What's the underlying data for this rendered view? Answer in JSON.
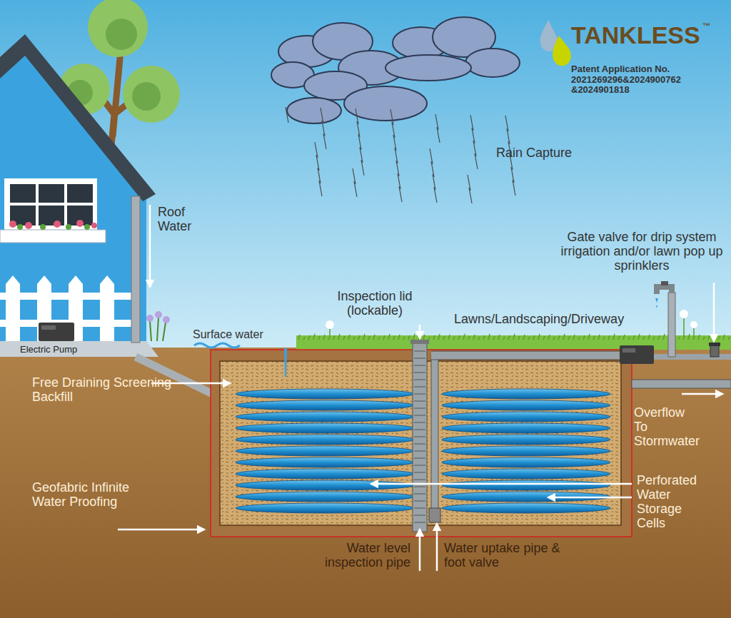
{
  "diagram": {
    "labels": [
      "TANKLESS",
      "™",
      "Patent Application No. 2021269296&2024900762 &2024901818",
      "Rain Capture",
      "Roof Water",
      "Gate valve for drip system irrigation and/or lawn pop up sprinklers",
      "Inspection lid (lockable)",
      "Lawns/Landscaping/Driveway",
      "Surface water",
      "Electric Pump",
      "Free Draining Screening Backfill",
      "Overflow To Stormwater",
      "Geofabric Infinite Water Proofing",
      "Perforated Water Storage Cells",
      "Water level inspection pipe",
      "Water uptake pipe & foot valve"
    ]
  }
}
